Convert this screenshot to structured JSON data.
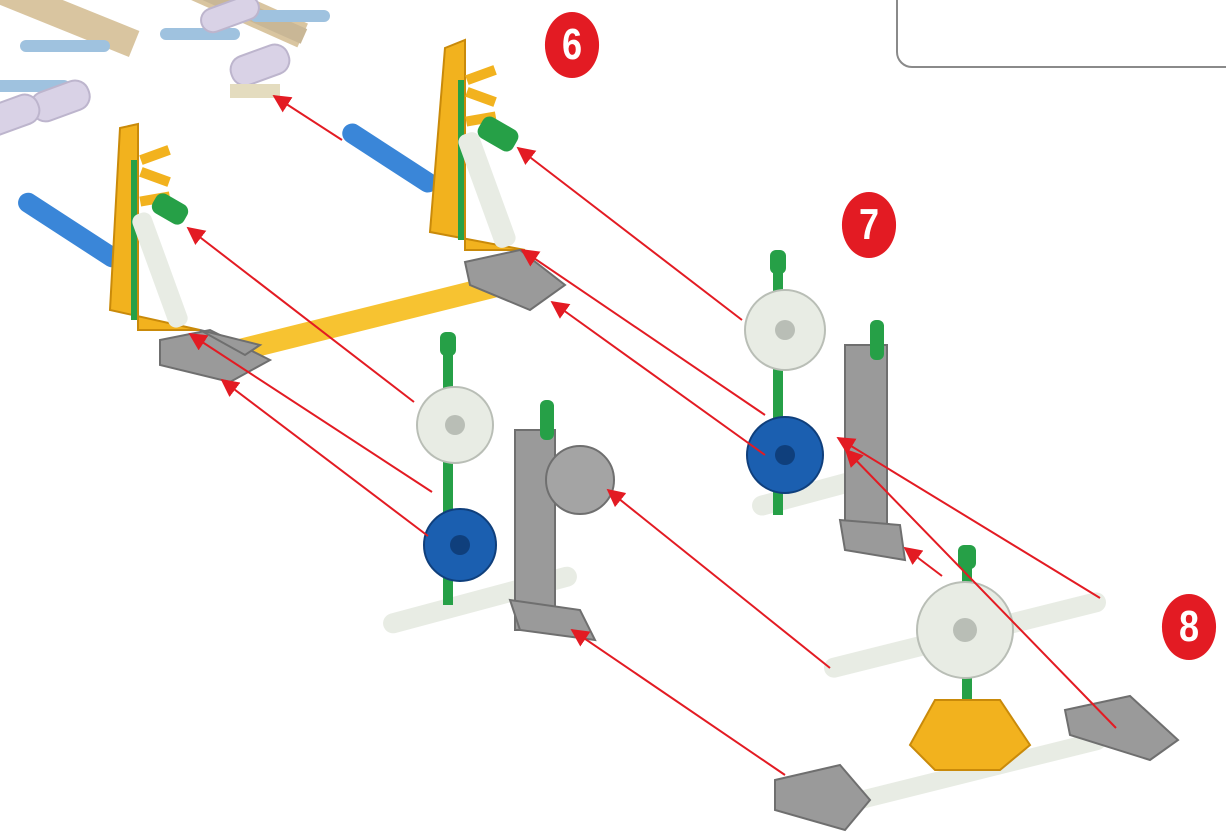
{
  "steps": [
    "6",
    "7",
    "8"
  ],
  "colors": {
    "arrow": "#e31b23",
    "badge": "#e31b23",
    "yellow_part": "#f2b21e",
    "blue_part": "#1b5fb0",
    "green_part": "#26a047",
    "gray_part": "#9a9a9a",
    "white_part": "#e8ece4",
    "rod_blue": "#3a86d8",
    "rod_yellow": "#f7c331"
  },
  "icons": [
    "arrow-icon"
  ]
}
